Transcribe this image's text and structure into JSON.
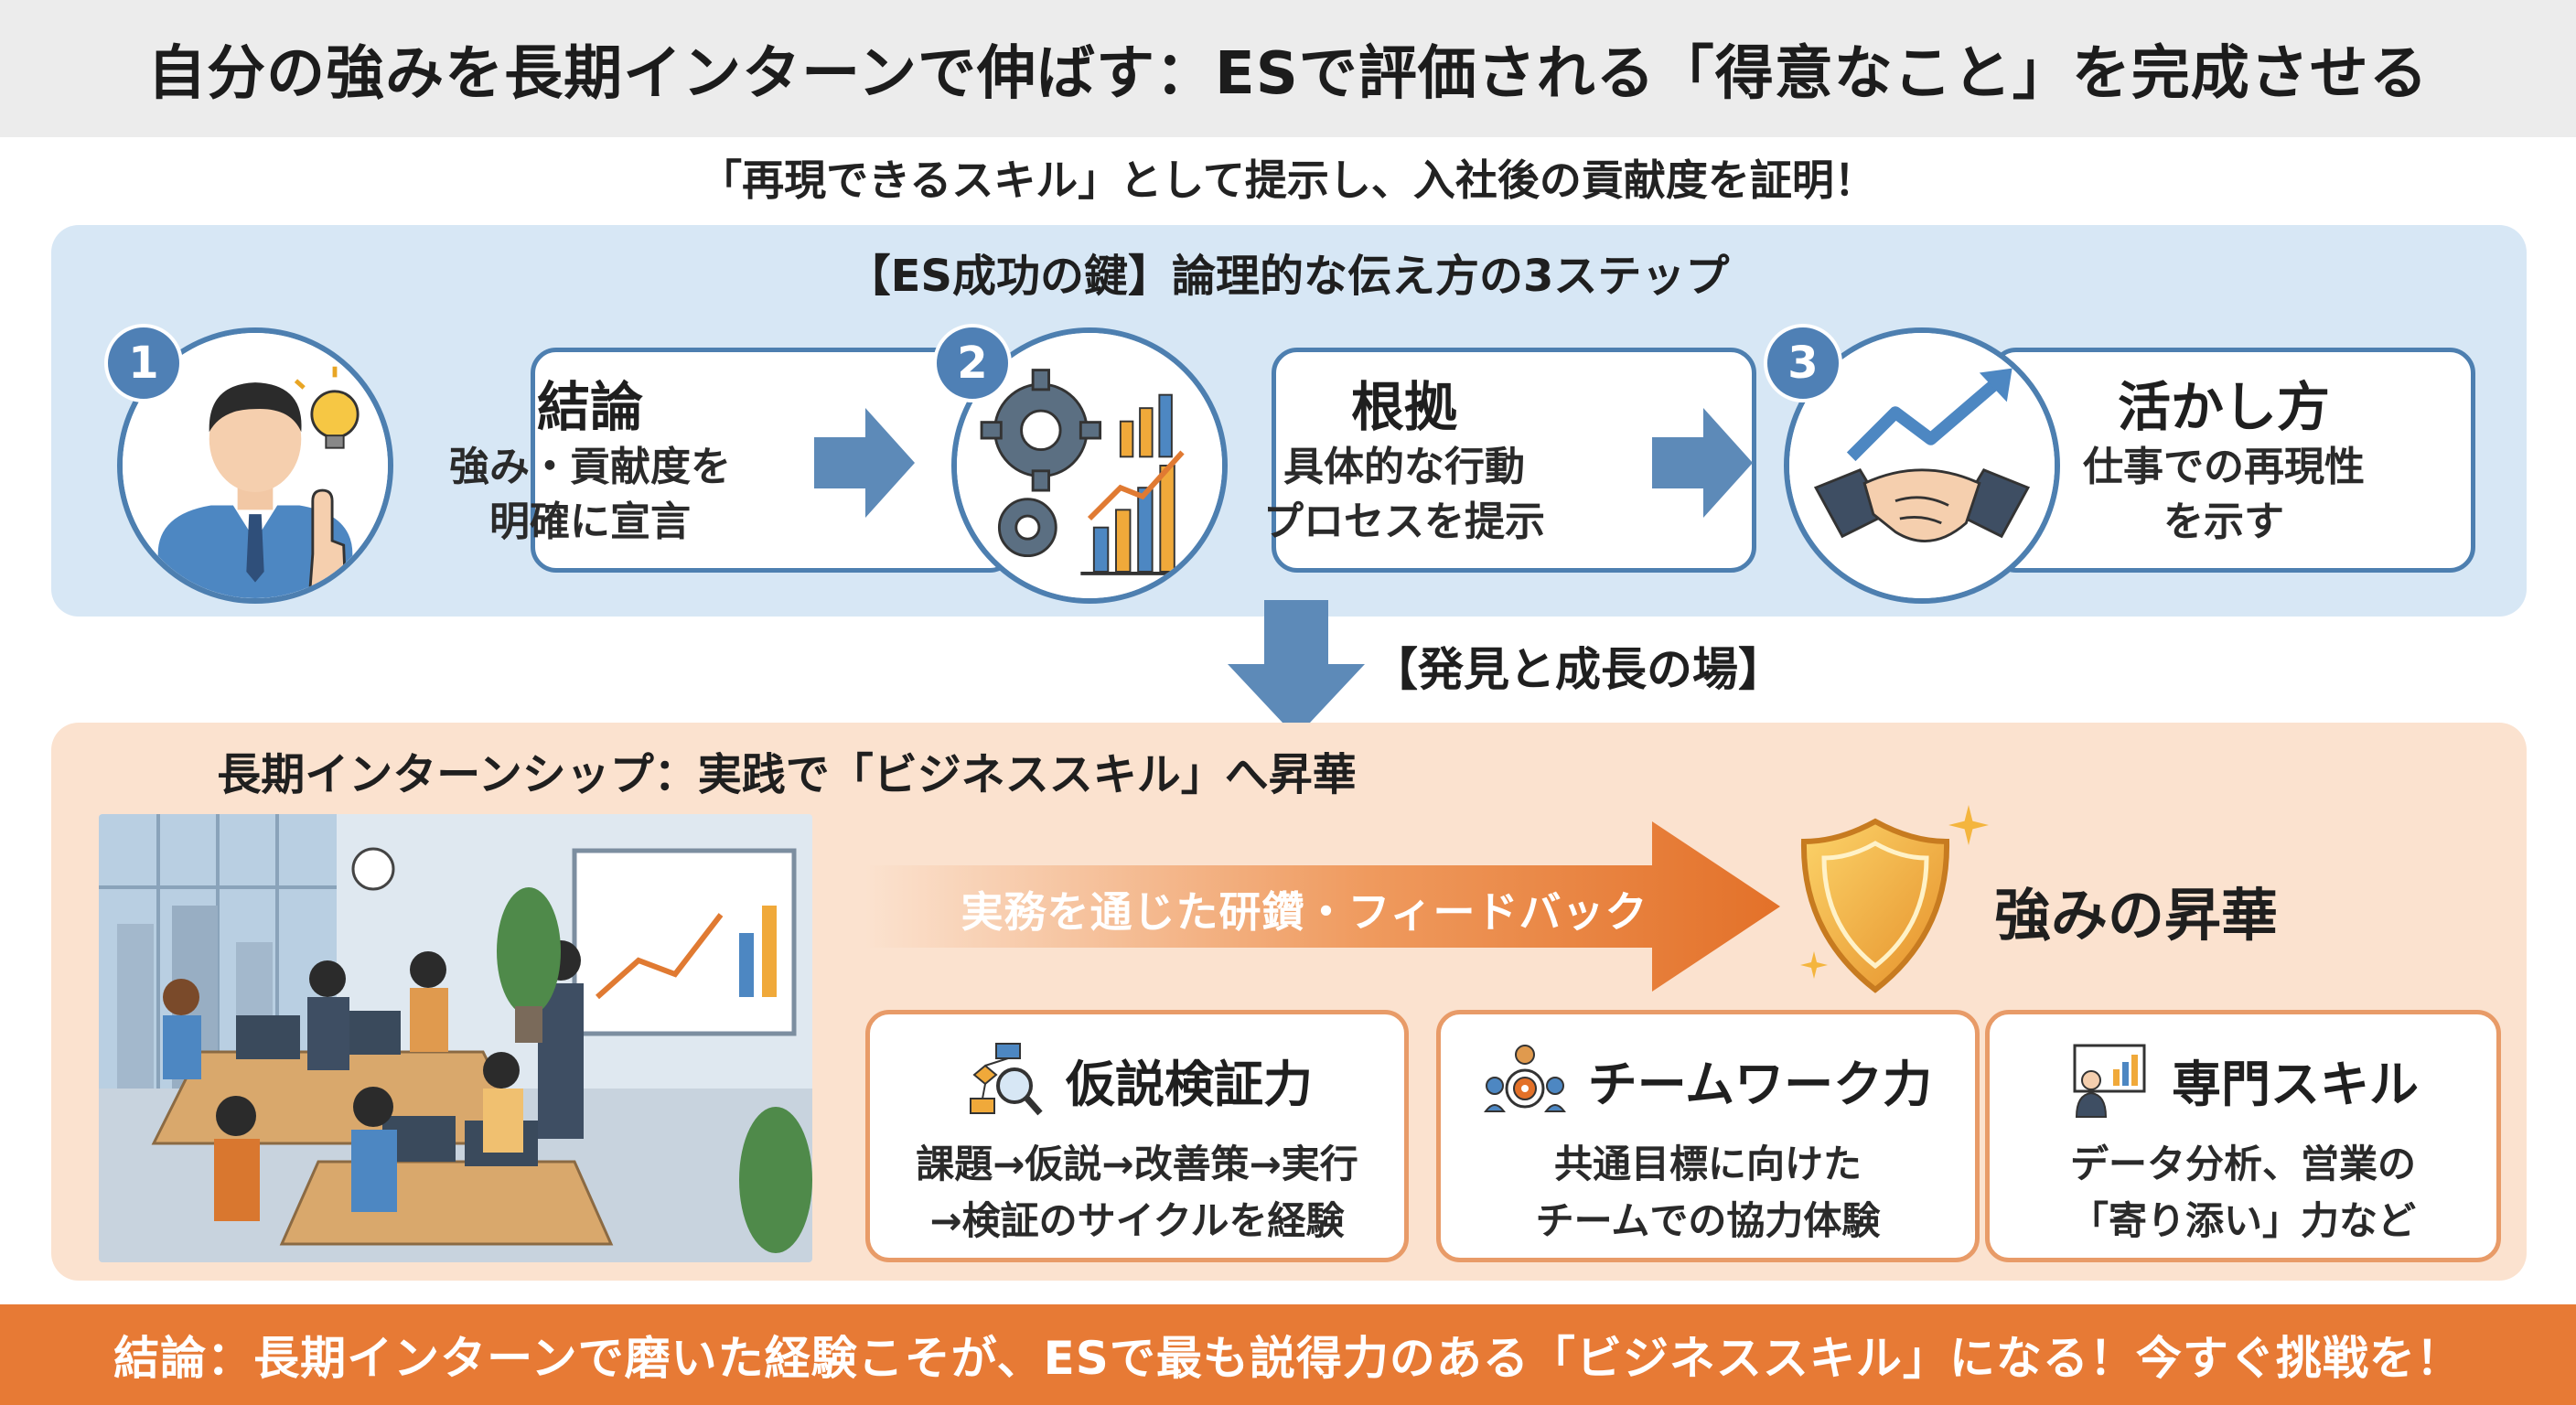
{
  "title": "自分の強みを長期インターンで伸ばす：ESで評価される「得意なこと」を完成させる",
  "subtitle": "「再現できるスキル」として提示し、入社後の貢献度を証明！",
  "es_section": {
    "heading": "【ES成功の鍵】論理的な伝え方の3ステップ",
    "steps": [
      {
        "number": "1",
        "title": "結論",
        "desc": "強み・貢献度を\n明確に宣言",
        "icon": "person-lightbulb-icon"
      },
      {
        "number": "2",
        "title": "根拠",
        "desc": "具体的な行動\nプロセスを提示",
        "icon": "gears-chart-icon"
      },
      {
        "number": "3",
        "title": "活かし方",
        "desc": "仕事での再現性\nを示す",
        "icon": "handshake-growth-icon"
      }
    ]
  },
  "transition_label": "【発見と成長の場】",
  "internship_section": {
    "heading": "長期インターンシップ：実践で「ビジネススキル」へ昇華",
    "arrow_label": "実務を通じた研鑽・フィードバック",
    "result_label": "強みの昇華",
    "skills": [
      {
        "title": "仮説検証力",
        "desc": "課題→仮説→改善策→実行\n→検証のサイクルを経験",
        "icon": "flowchart-magnifier-icon"
      },
      {
        "title": "チームワーク力",
        "desc": "共通目標に向けた\nチームでの協力体験",
        "icon": "team-target-icon"
      },
      {
        "title": "専門スキル",
        "desc": "データ分析、営業の\n「寄り添い」力など",
        "icon": "presentation-board-icon"
      }
    ]
  },
  "footer": "結論：長期インターンで磨いた経験こそが、ESで最も説得力のある「ビジネススキル」になる！今すぐ挑戦を！",
  "colors": {
    "blue_panel": "#d7e7f5",
    "blue_accent": "#4d7fb0",
    "orange_panel": "#fbe2cf",
    "orange_accent": "#e77a35",
    "shield_gold": "#f3a93b"
  }
}
